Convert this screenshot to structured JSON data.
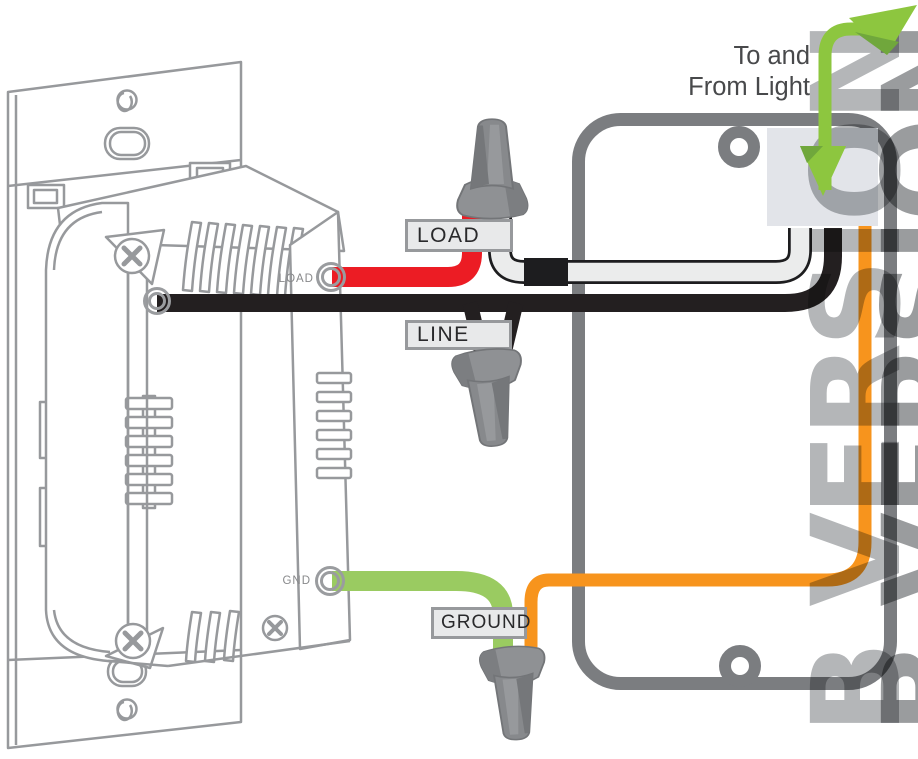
{
  "diagram": {
    "annotation": {
      "line1": "To and",
      "line2": "From Light"
    },
    "watermark": {
      "text": "B VERSION"
    },
    "wire_labels": {
      "load": "LOAD",
      "line": "LINE",
      "ground": "GROUND"
    },
    "terminal_labels": {
      "load": "LOAD",
      "gnd": "GND"
    },
    "colors": {
      "load_wire_red": "#EC1C24",
      "line_wire_black": "#231F20",
      "neutral_wire_white": "#EBECEC",
      "ground_wire_green": "#9ACB61",
      "traveler_wire_orange": "#F7941D",
      "arrow_green": "#8DC63F",
      "arrow_green_dark": "#70A73C",
      "electrical_box_gray": "#7B7D80",
      "entry_panel_gray": "#E2E4E9",
      "label_fill": "#E8E9EA",
      "label_border": "#97999C",
      "switch_line_art_gray": "#97999C",
      "wire_nut_gray": "#8F9194",
      "watermark_gray": "#B4B6B8",
      "annotation_text": "#48494B"
    }
  }
}
